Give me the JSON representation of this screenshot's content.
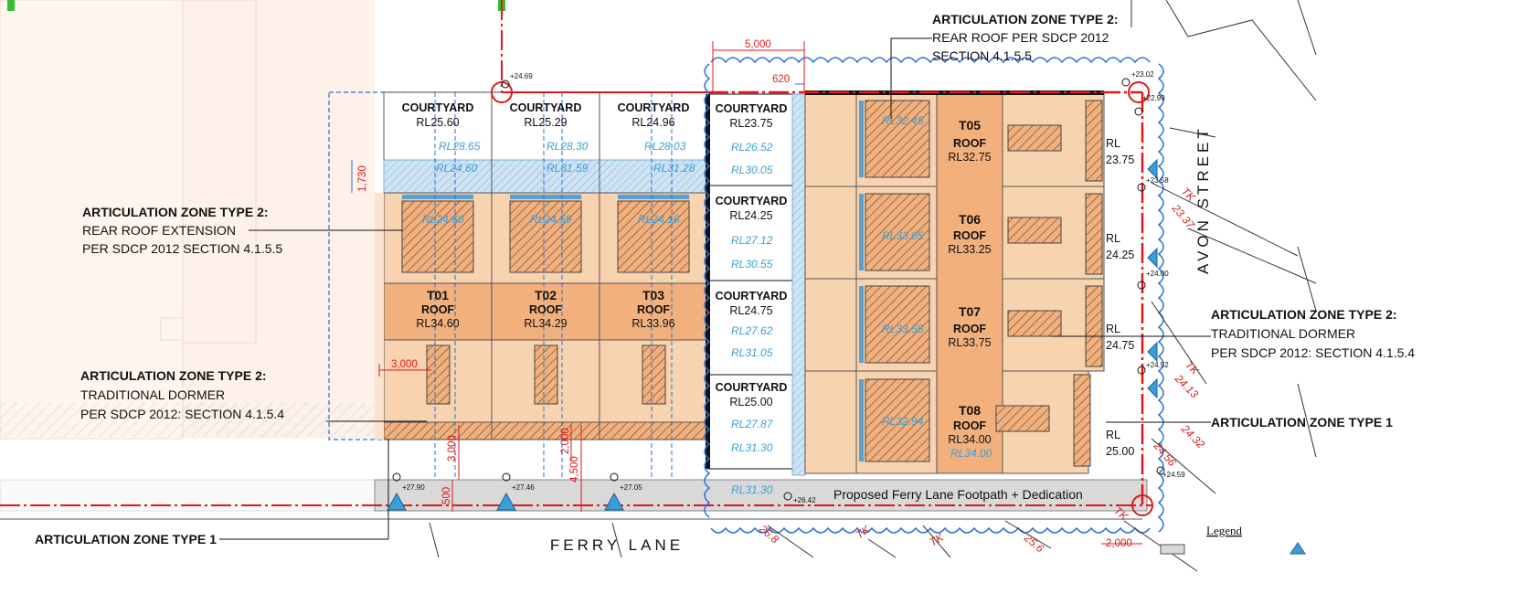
{
  "callouts": {
    "rear_roof_top": {
      "title": "ARTICULATION ZONE TYPE 2:",
      "line1": "REAR ROOF PER SDCP 2012",
      "line2": "SECTION 4.1.5.5"
    },
    "rear_roof_ext": {
      "title": "ARTICULATION ZONE TYPE 2:",
      "line1": "REAR ROOF EXTENSION",
      "line2": "PER SDCP 2012 SECTION 4.1.5.5"
    },
    "dormer_left": {
      "title": "ARTICULATION ZONE TYPE 2:",
      "line1": "TRADITIONAL DORMER",
      "line2": "PER SDCP 2012: SECTION 4.1.5.4"
    },
    "dormer_right": {
      "title": "ARTICULATION ZONE TYPE 2:",
      "line1": "TRADITIONAL DORMER",
      "line2": "PER SDCP 2012: SECTION 4.1.5.4"
    },
    "type1_right": {
      "title": "ARTICULATION ZONE TYPE 1"
    },
    "type1_bottom": {
      "title": "ARTICULATION ZONE TYPE 1"
    }
  },
  "units_south": [
    {
      "id": "T01",
      "roof": "ROOF",
      "rl": "RL34.60",
      "courtyard": "COURTYARD",
      "courtyard_rl": "RL25.60",
      "rl_upper": "RL28.65",
      "rl_lower": "RL24.60",
      "rl_strip": "RL24.60"
    },
    {
      "id": "T02",
      "roof": "ROOF",
      "rl": "RL34.29",
      "courtyard": "COURTYARD",
      "courtyard_rl": "RL25.29",
      "rl_upper": "RL28.30",
      "rl_lower": "RL24.59",
      "rl_strip": "RL31.59"
    },
    {
      "id": "T03",
      "roof": "ROOF",
      "rl": "RL33.96",
      "courtyard": "COURTYARD",
      "courtyard_rl": "RL24.96",
      "rl_upper": "RL28.03",
      "rl_lower": "RL24.18",
      "rl_strip": "RL31.28"
    }
  ],
  "units_east": [
    {
      "id": "T05",
      "roof": "ROOF",
      "rl": "RL32.75",
      "courtyard": "COURTYARD",
      "courtyard_rl": "RL23.75",
      "rl_a": "RL26.52",
      "rl_b": "RL30.05",
      "inner": "RL32.45",
      "side_rl1": "RL",
      "side_rl2": "23.75"
    },
    {
      "id": "T06",
      "roof": "ROOF",
      "rl": "RL33.25",
      "courtyard": "COURTYARD",
      "courtyard_rl": "RL24.25",
      "rl_a": "RL27.12",
      "rl_b": "RL30.55",
      "inner": "RL33.05",
      "side_rl1": "RL",
      "side_rl2": "24.25"
    },
    {
      "id": "T07",
      "roof": "ROOF",
      "rl": "RL33.75",
      "courtyard": "COURTYARD",
      "courtyard_rl": "RL24.75",
      "rl_a": "RL27.62",
      "rl_b": "RL31.05",
      "inner": "RL33.55",
      "side_rl1": "RL",
      "side_rl2": "24.75"
    },
    {
      "id": "T08",
      "roof": "ROOF",
      "rl": "RL34.00",
      "courtyard": "COURTYARD",
      "courtyard_rl": "RL25.00",
      "rl_a": "RL27.87",
      "rl_b": "RL31.30",
      "inner": "RL32.94",
      "side_rl1": "RL",
      "side_rl2": "25.00"
    }
  ],
  "dimensions": {
    "d5000": "5,000",
    "d620": "620",
    "d1730": "1,730",
    "d3000a": "3,000",
    "d3000b": "3,000",
    "d2000a": "2,000",
    "d4500": "4,500",
    "d500": "500",
    "d2000b": "2,000"
  },
  "levels": {
    "t08_floor": "RL34.00",
    "footpath_rl": "RL31.30"
  },
  "footpath": "Proposed Ferry Lane Footpath + Dedication",
  "streets": {
    "avon": "AVON STREET",
    "ferry": "FERRY LANE"
  },
  "spots": {
    "s1": "+24.69",
    "s2": "+23.02",
    "s3": "+27.90",
    "s4": "+27.46",
    "s5": "+27.05",
    "s6": "+26.42",
    "s7": "+22.99",
    "s8": "+23.58",
    "s9": "+24.00",
    "s10": "+24.52",
    "s11": "+24.59"
  },
  "tk_labels": {
    "tk1": "TK",
    "tk1v": "23.37",
    "tk2": "TK",
    "tk2v": "24.13",
    "tk3": "24.32",
    "tk4": "24.56",
    "tk5": "TK",
    "tk6": "26.8",
    "tk7": "TK",
    "tk8": "25.6",
    "tk9": "TK"
  },
  "legend": {
    "title": "Legend"
  },
  "colors": {
    "roof_fill": "#f8d3b0",
    "roof_dark": "#f2b07d",
    "courtyard_bg": "#ffffff",
    "boundary": "#e01818",
    "callout_blue": "#2b6fd8",
    "rl_blue": "#3a9fd8"
  }
}
